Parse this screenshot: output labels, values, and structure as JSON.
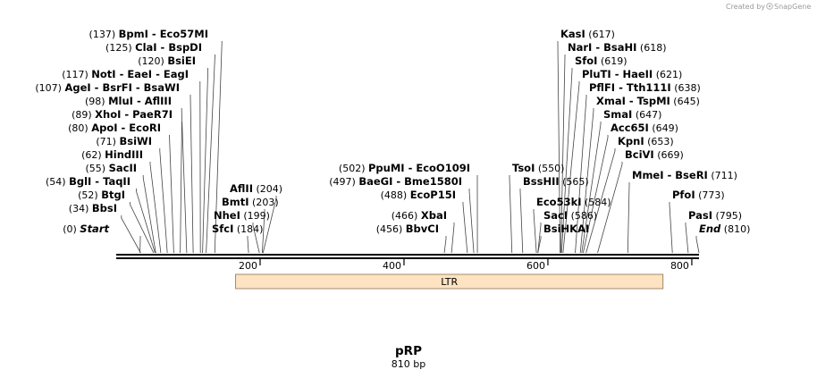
{
  "credit": {
    "text": "Created by",
    "brand": "SnapGene"
  },
  "map": {
    "title": "pRP",
    "length_label": "810 bp",
    "length": 810,
    "ticks": [
      200,
      400,
      600,
      800
    ],
    "feature": {
      "name": "LTR",
      "start": 166,
      "end": 760,
      "color": "#fde3c1",
      "stroke": "#8a7050"
    },
    "left_sites": [
      {
        "pos": "(0)",
        "names": [
          "Start"
        ],
        "bp": 33,
        "terminus": true
      },
      {
        "pos": "(34)",
        "names": [
          "BbsI"
        ],
        "bp": 34
      },
      {
        "pos": "(52)",
        "names": [
          "BtgI"
        ],
        "bp": 52
      },
      {
        "pos": "(54)",
        "names": [
          "BglI",
          "TaqII"
        ],
        "bp": 54
      },
      {
        "pos": "(55)",
        "names": [
          "SacII"
        ],
        "bp": 55
      },
      {
        "pos": "(62)",
        "names": [
          "HindIII"
        ],
        "bp": 62
      },
      {
        "pos": "(71)",
        "names": [
          "BsiWI"
        ],
        "bp": 71
      },
      {
        "pos": "(80)",
        "names": [
          "ApoI",
          "EcoRI"
        ],
        "bp": 80
      },
      {
        "pos": "(89)",
        "names": [
          "XhoI",
          "PaeR7I"
        ],
        "bp": 89
      },
      {
        "pos": "(98)",
        "names": [
          "MluI",
          "AflIII"
        ],
        "bp": 98
      },
      {
        "pos": "(107)",
        "names": [
          "AgeI",
          "BsrFI",
          "BsaWI"
        ],
        "bp": 107
      },
      {
        "pos": "(117)",
        "names": [
          "NotI",
          "EaeI",
          "EagI"
        ],
        "bp": 117
      },
      {
        "pos": "(120)",
        "names": [
          "BsiEI"
        ],
        "bp": 120
      },
      {
        "pos": "(125)",
        "names": [
          "ClaI",
          "BspDI"
        ],
        "bp": 125
      },
      {
        "pos": "(137)",
        "names": [
          "BpmI",
          "Eco57MI"
        ],
        "bp": 137
      }
    ],
    "mid_left_sites": [
      {
        "pos": "(184)",
        "names": [
          "SfcI"
        ],
        "bp": 184
      },
      {
        "pos": "(199)",
        "names": [
          "NheI"
        ],
        "bp": 199
      },
      {
        "pos": "(203)",
        "names": [
          "BmtI"
        ],
        "bp": 203
      },
      {
        "pos": "(204)",
        "names": [
          "AflII"
        ],
        "bp": 204
      }
    ],
    "center_sites": [
      {
        "pos": "(456)",
        "names": [
          "BbvCI"
        ],
        "bp": 456
      },
      {
        "pos": "(466)",
        "names": [
          "XbaI"
        ],
        "bp": 466
      },
      {
        "pos": "(488)",
        "names": [
          "EcoP15I"
        ],
        "bp": 488
      },
      {
        "pos": "(497)",
        "names": [
          "BaeGI",
          "Bme1580I"
        ],
        "bp": 497
      },
      {
        "pos": "(502)",
        "names": [
          "PpuMI",
          "EcoO109I"
        ],
        "bp": 502
      }
    ],
    "right_sites": [
      {
        "pos": "(550)",
        "names": [
          "TsoI"
        ],
        "bp": 550
      },
      {
        "pos": "(565)",
        "names": [
          "BssHII"
        ],
        "bp": 565
      },
      {
        "pos": "(584)",
        "names": [
          "Eco53kI"
        ],
        "bp": 584
      },
      {
        "pos": "(586)",
        "names": [
          "SacI"
        ],
        "bp": 586
      },
      {
        "pos": "",
        "names": [
          "BsiHKAI"
        ],
        "bp": 586
      },
      {
        "pos": "(617)",
        "names": [
          "KasI"
        ],
        "bp": 617
      },
      {
        "pos": "(618)",
        "names": [
          "NarI",
          "BsaHI"
        ],
        "bp": 618
      },
      {
        "pos": "(619)",
        "names": [
          "SfoI"
        ],
        "bp": 619
      },
      {
        "pos": "(621)",
        "names": [
          "PluTI",
          "HaeII"
        ],
        "bp": 621
      },
      {
        "pos": "(638)",
        "names": [
          "PflFI",
          "Tth111I"
        ],
        "bp": 638
      },
      {
        "pos": "(645)",
        "names": [
          "XmaI",
          "TspMI"
        ],
        "bp": 645
      },
      {
        "pos": "(647)",
        "names": [
          "SmaI"
        ],
        "bp": 647
      },
      {
        "pos": "(649)",
        "names": [
          "Acc65I"
        ],
        "bp": 649
      },
      {
        "pos": "(653)",
        "names": [
          "KpnI"
        ],
        "bp": 653
      },
      {
        "pos": "(669)",
        "names": [
          "BciVI"
        ],
        "bp": 669
      },
      {
        "pos": "(711)",
        "names": [
          "MmeI",
          "BseRI"
        ],
        "bp": 711
      },
      {
        "pos": "(773)",
        "names": [
          "PfoI"
        ],
        "bp": 773
      },
      {
        "pos": "(795)",
        "names": [
          "PasI"
        ],
        "bp": 795
      },
      {
        "pos": "(810)",
        "names": [
          "End"
        ],
        "bp": 810,
        "terminus": true
      }
    ]
  }
}
